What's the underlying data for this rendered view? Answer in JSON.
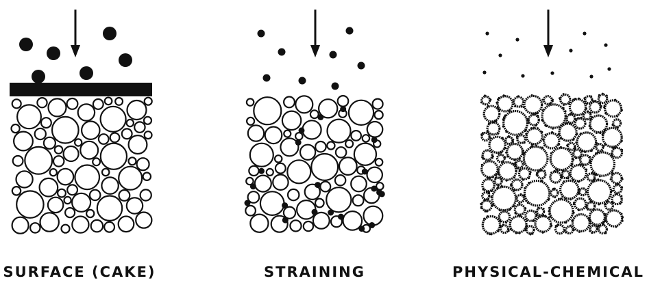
{
  "panels": [
    {
      "label": "SURFACE (CAKE)",
      "particle_size": "large",
      "mechanism": "cake"
    },
    {
      "label": "STRAINING",
      "particle_size": "medium",
      "mechanism": "straining"
    },
    {
      "label": "PHYSICAL-CHEMICAL",
      "particle_size": "small",
      "mechanism": "physical-chemical"
    }
  ],
  "colors": {
    "ink": "#111111",
    "background": "#ffffff"
  }
}
